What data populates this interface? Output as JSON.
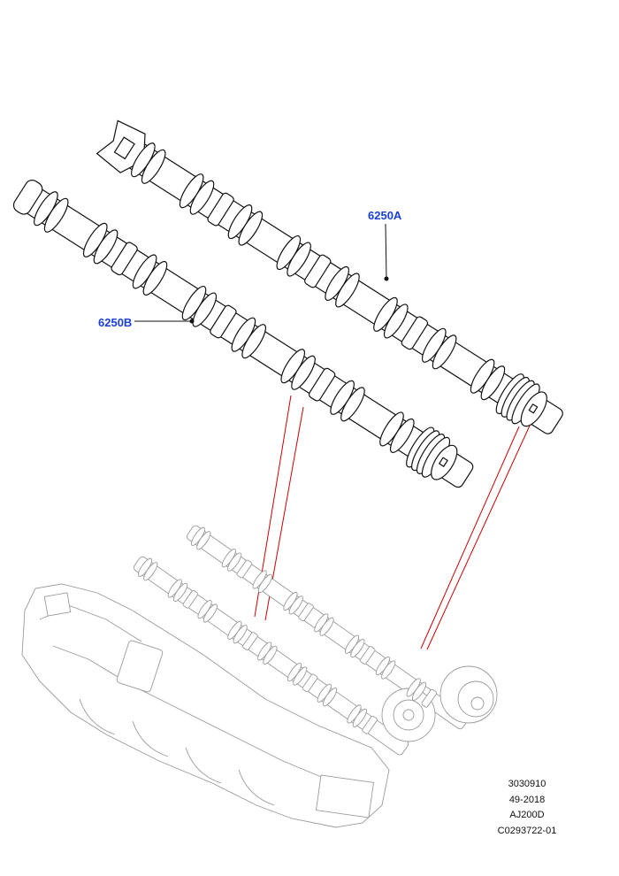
{
  "callouts": {
    "part_a": "6250A",
    "part_b": "6250B"
  },
  "reference": {
    "line1": "3030910",
    "line2": "49-2018",
    "line3": "AJ200D",
    "line4": "C0293722-01"
  },
  "colors": {
    "callout_text": "#1a3fd6",
    "leader_line": "#cc0000",
    "drawing_line": "#111111",
    "ghost_line": "#9a9a9a"
  }
}
